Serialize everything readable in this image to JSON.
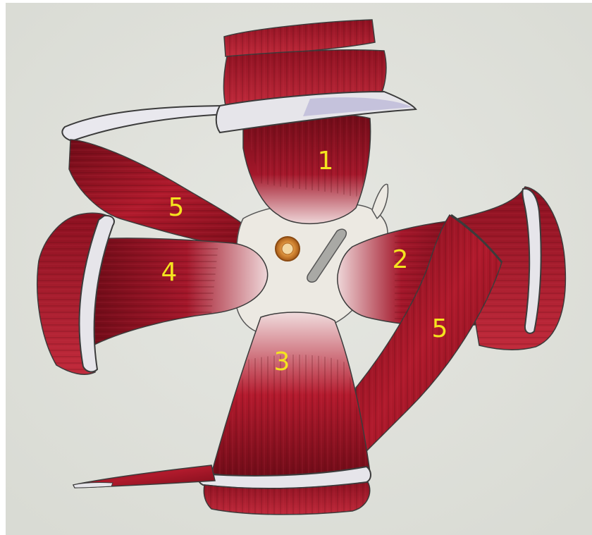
{
  "colors": {
    "paper": "#e3e4df",
    "paper_edge": "#f5f5f3",
    "muscle_dark": "#7c0d1a",
    "muscle_mid": "#b3192b",
    "muscle_light": "#e8c9cc",
    "tendon_white": "#e6e5e8",
    "bone": "#ece9e2",
    "bone_shadow": "#a9a9a5",
    "pencil": "#3b3b3b",
    "orange_center": "#d68a36",
    "label_yellow": "#f4e41f"
  },
  "labels": {
    "m1": "1",
    "m2": "2",
    "m3": "3",
    "m4": "4",
    "m5_left": "5",
    "m5_right": "5"
  }
}
